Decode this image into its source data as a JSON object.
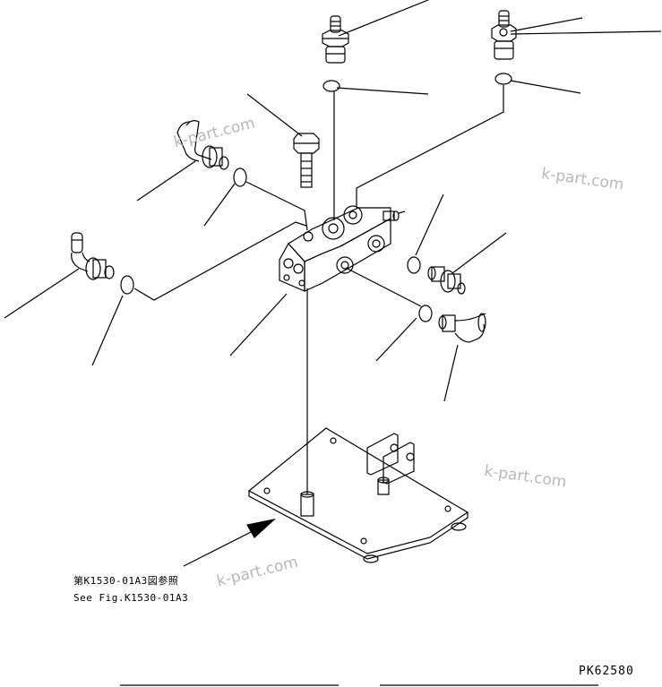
{
  "reference": {
    "japanese": "第K1530-01A3図参照",
    "english": "See Fig.K1530-01A3"
  },
  "part_code": "PK62580",
  "watermarks": [
    "k-part.com",
    "k-part.com",
    "k-part.com",
    "k-part.com"
  ]
}
